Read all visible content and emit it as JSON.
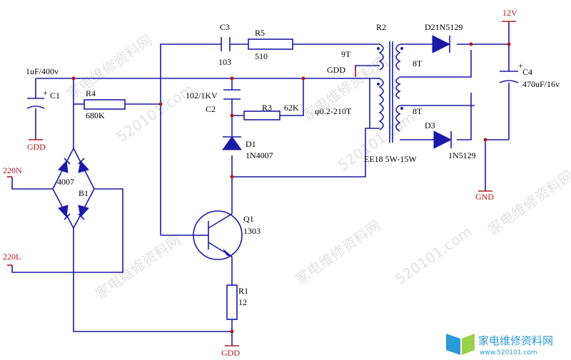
{
  "labels": {
    "c3": "C3",
    "c3_val": "103",
    "r5": "R5",
    "r5_val": "510",
    "r2": "R2",
    "d2": "D21N5129",
    "v12": "12V",
    "t9": "9T",
    "gdd": "GDD",
    "t8a": "8T",
    "c4": "C4",
    "c4_val": "470uF/16v",
    "c1_val": "1uF/400v",
    "c1": "C1",
    "r4": "R4",
    "r4_val": "680K",
    "c2_val": "102/1KV",
    "c2": "C2",
    "r3": "R3",
    "r3_val": "62K",
    "wire_spec": "φ0.2-210T",
    "t8b": "8T",
    "d3": "D3",
    "d1": "D1",
    "d1_val": "1N4007",
    "core": "EE18 5W-15W",
    "d3_val": "1N5129",
    "ac_in1": "220N",
    "bridge_val": "4007",
    "b1": "B1",
    "gnd": "GND",
    "ac_in2": "220L",
    "q1": "Q1",
    "q1_val": "1303",
    "r1": "R1",
    "r1_val": "12",
    "gdd_c1": "GDD",
    "gdd_bottom": "GDD"
  },
  "watermark": {
    "text_cn": "家电维修资料网",
    "text_url": "520101.com",
    "logo_cn": "家电维修资料网",
    "logo_url": "www.520101.com"
  },
  "colors": {
    "wire": "#1a1aa6",
    "ground_symbol": "#b01818",
    "logo": "#2a9ad8"
  }
}
